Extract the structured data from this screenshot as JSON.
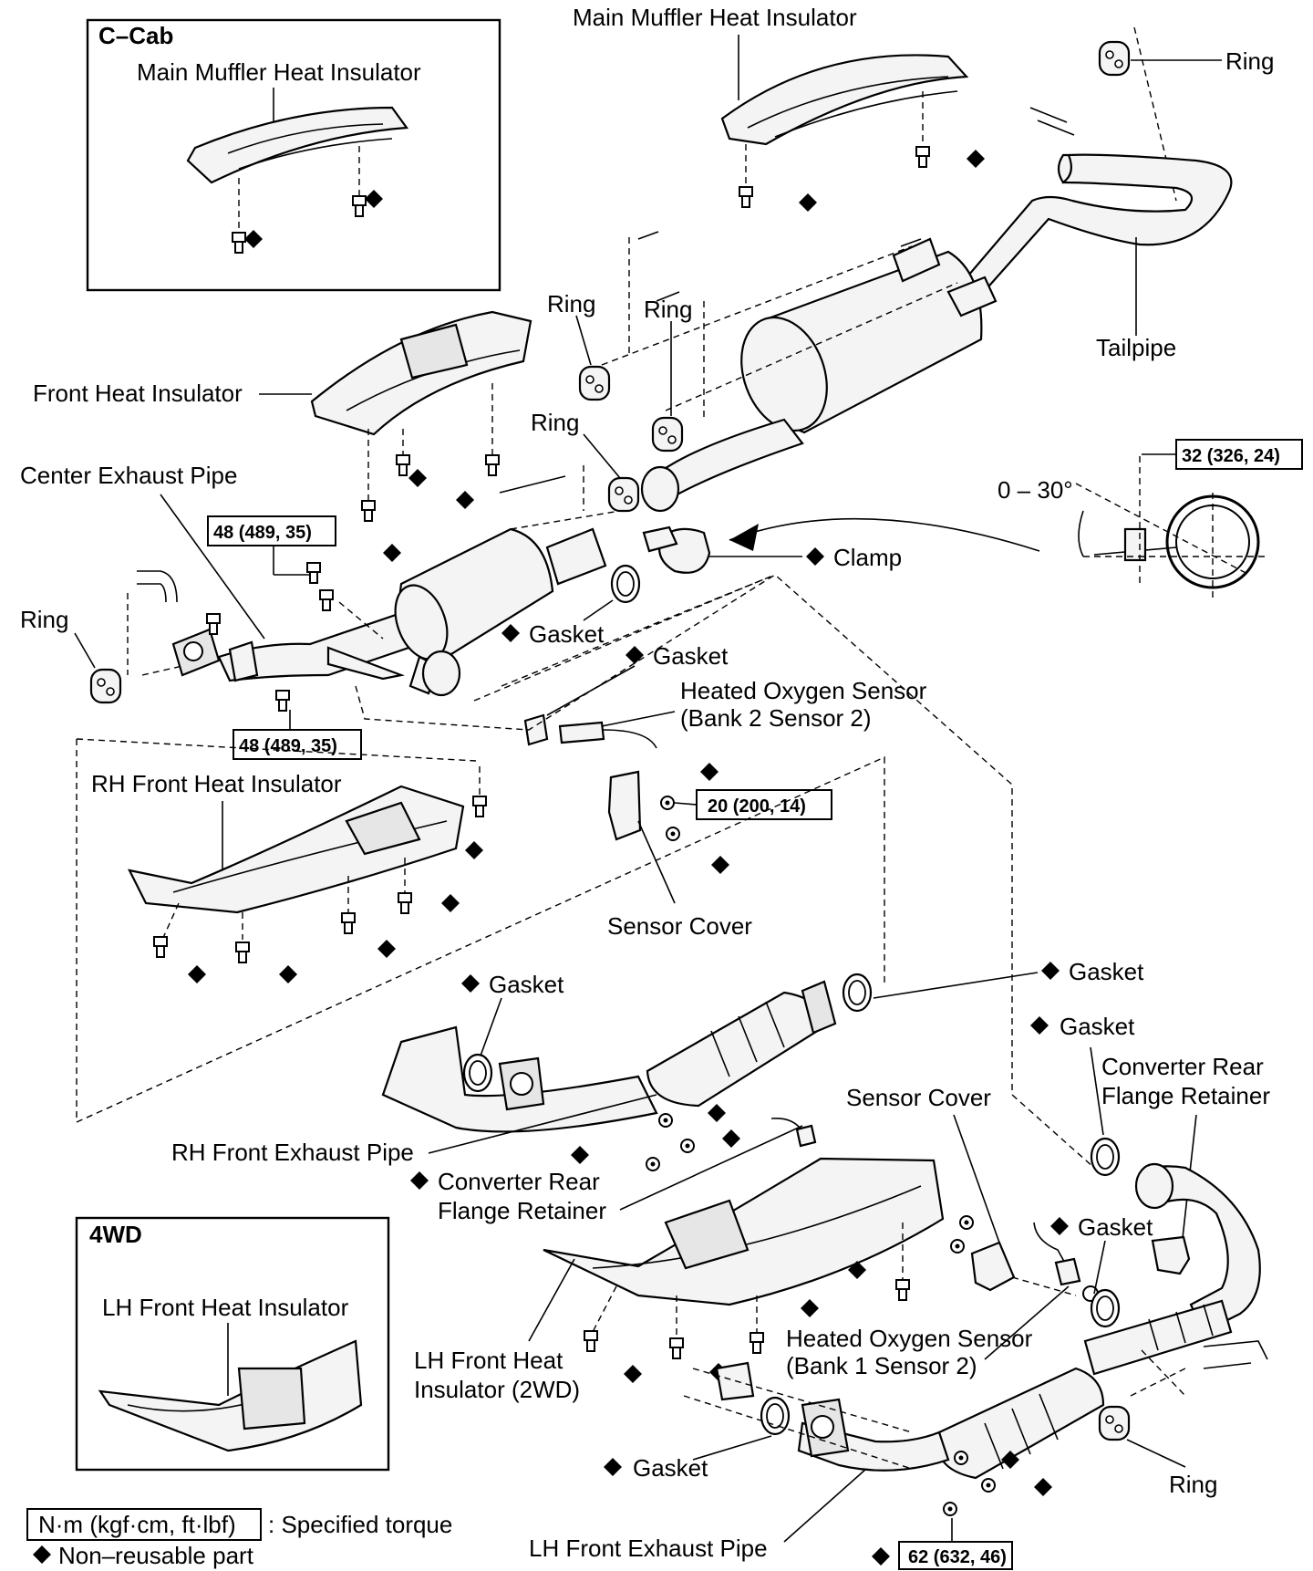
{
  "labels": {
    "ccab_title": "C–Cab",
    "ccab_main_muffler_heat_insulator": "Main Muffler Heat Insulator",
    "main_muffler_heat_insulator": "Main Muffler Heat Insulator",
    "ring_top_right": "Ring",
    "ring_left_1": "Ring",
    "ring_left_2": "Ring",
    "ring_mid": "Ring",
    "ring_far_left": "Ring",
    "ring_bottom_right": "Ring",
    "tailpipe": "Tailpipe",
    "front_heat_insulator": "Front Heat Insulator",
    "center_exhaust_pipe": "Center Exhaust Pipe",
    "clamp": "Clamp",
    "gasket_center": "Gasket",
    "gasket_sensor": "Gasket",
    "heated_oxygen_sensor_b2_line1": "Heated Oxygen Sensor",
    "heated_oxygen_sensor_b2_line2": "(Bank 2 Sensor 2)",
    "rh_front_heat_insulator": "RH Front Heat Insulator",
    "sensor_cover_mid": "Sensor Cover",
    "gasket_rh_front": "Gasket",
    "gasket_right": "Gasket",
    "gasket_right_2": "Gasket",
    "converter_rear_flange_retainer_right_1": "Converter  Rear",
    "converter_rear_flange_retainer_right_2": "Flange Retainer",
    "sensor_cover_lower": "Sensor Cover",
    "rh_front_exhaust_pipe": "RH Front Exhaust Pipe",
    "converter_rear_flange_retainer_left_1": "Converter  Rear",
    "converter_rear_flange_retainer_left_2": "Flange Retainer",
    "gasket_lower_right": "Gasket",
    "wd4_title": "4WD",
    "lh_front_heat_insulator": "LH Front Heat Insulator",
    "lh_front_heat_insulator_2wd_1": "LH  Front  Heat",
    "lh_front_heat_insulator_2wd_2": "Insulator (2WD)",
    "heated_oxygen_sensor_b1_line1": "Heated Oxygen Sensor",
    "heated_oxygen_sensor_b1_line2": "(Bank 1 Sensor 2)",
    "gasket_lh_front": "Gasket",
    "lh_front_exhaust_pipe": "LH Front Exhaust Pipe",
    "angle": "0 – 30°"
  },
  "torques": {
    "clamp_bolt": "32 (326, 24)",
    "center_pipe_upper": "48 (489, 35)",
    "center_pipe_lower": "48 (489, 35)",
    "sensor_cover_nut": "20 (200, 14)",
    "lh_front_pipe": "62 (632, 46)"
  },
  "legend": {
    "torque_unit": "N·m (kgf·cm, ft·lbf)",
    "torque_text": ": Specified torque",
    "nonreusable_text": "Non–reusable part"
  }
}
